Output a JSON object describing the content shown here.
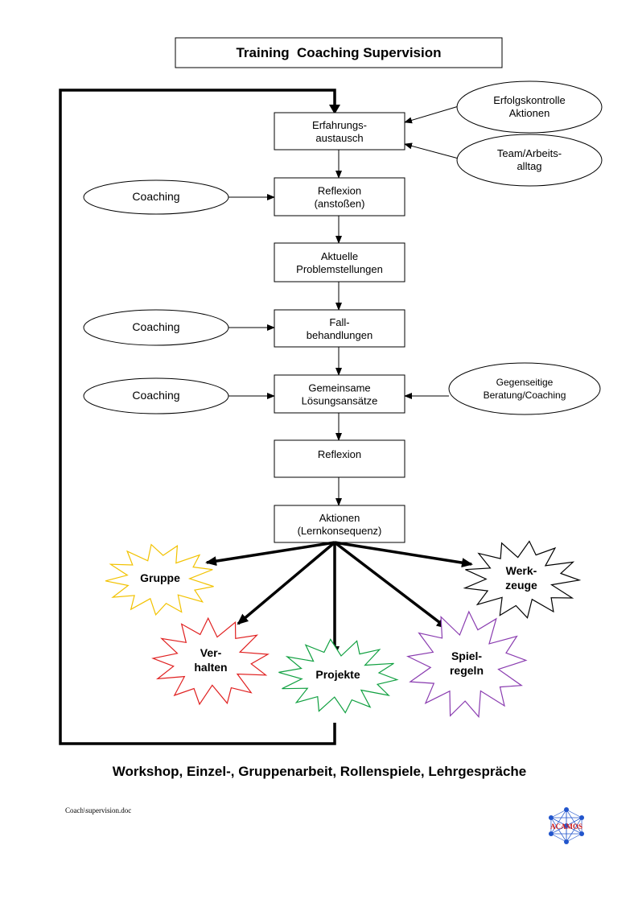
{
  "title": "Training  Coaching Supervision",
  "flow_boxes": [
    {
      "id": "erfahrung",
      "lines": [
        "Erfahrungs-",
        "austausch"
      ]
    },
    {
      "id": "reflexion1",
      "lines": [
        "Reflexion",
        "(anstoßen)"
      ]
    },
    {
      "id": "aktuelle",
      "lines": [
        "Aktuelle",
        "Problemstellungen"
      ]
    },
    {
      "id": "fall",
      "lines": [
        "Fall-",
        "behandlungen"
      ]
    },
    {
      "id": "gemeinsame",
      "lines": [
        "Gemeinsame",
        "Lösungsansätze"
      ]
    },
    {
      "id": "reflexion2",
      "lines": [
        "Reflexion"
      ]
    },
    {
      "id": "aktionen",
      "lines": [
        "Aktionen",
        "(Lernkonsequenz)"
      ]
    }
  ],
  "inputs": [
    {
      "id": "erfolg",
      "lines": [
        "Erfolgskontrolle",
        "Aktionen"
      ]
    },
    {
      "id": "team",
      "lines": [
        "Team/Arbeits-",
        "alltag"
      ]
    },
    {
      "id": "coaching1",
      "lines": [
        "Coaching"
      ]
    },
    {
      "id": "coaching2",
      "lines": [
        "Coaching"
      ]
    },
    {
      "id": "coaching3",
      "lines": [
        "Coaching"
      ]
    },
    {
      "id": "gegenseitig",
      "lines": [
        "Gegenseitige",
        "Beratung/Coaching"
      ]
    }
  ],
  "outcomes": [
    {
      "id": "gruppe",
      "lines": [
        "Gruppe"
      ],
      "color": "#f2c200"
    },
    {
      "id": "werkzeuge",
      "lines": [
        "Werk-",
        "zeuge"
      ],
      "color": "#000000"
    },
    {
      "id": "verhalten",
      "lines": [
        "Ver-",
        "halten"
      ],
      "color": "#e02020"
    },
    {
      "id": "projekte",
      "lines": [
        "Projekte"
      ],
      "color": "#10a040"
    },
    {
      "id": "spielregeln",
      "lines": [
        "Spiel-",
        "regeln"
      ],
      "color": "#8a3cb0"
    }
  ],
  "footer": "Workshop, Einzel-, Gruppenarbeit, Rollenspiele, Lehrgespräche",
  "doc_ref": "Coach\\supervision.doc",
  "logo": {
    "text": "ACAMOS",
    "color": "#2255cc",
    "text_color": "#d02020"
  }
}
